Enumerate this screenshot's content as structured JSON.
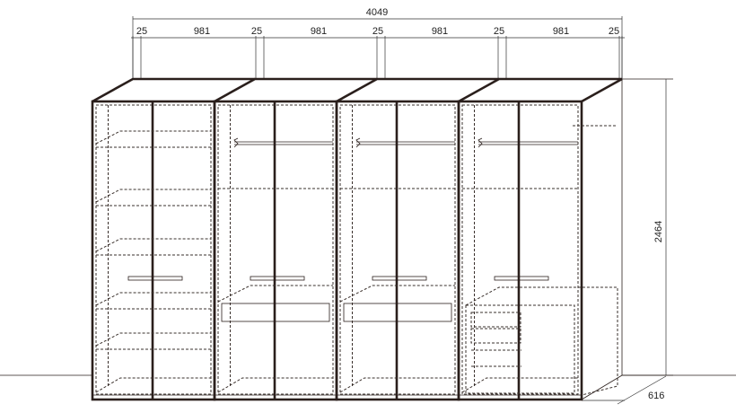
{
  "dimensions": {
    "overall_width": "4049",
    "segments": [
      "25",
      "981",
      "25",
      "981",
      "25",
      "981",
      "25",
      "981",
      "25"
    ],
    "height": "2464",
    "depth": "616"
  },
  "modules": [
    {
      "type": "shelves"
    },
    {
      "type": "hanging-rail-drawer"
    },
    {
      "type": "hanging-rail-drawer"
    },
    {
      "type": "hanging-rail-dresser"
    }
  ]
}
